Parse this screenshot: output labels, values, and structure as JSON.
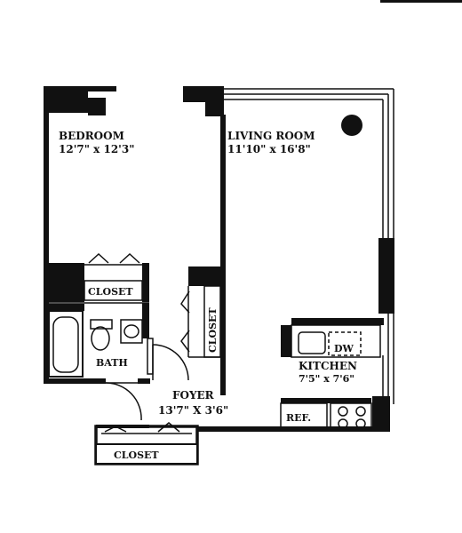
{
  "rooms": {
    "bedroom": {
      "name": "BEDROOM",
      "size": "12'7\" x 12'3\""
    },
    "living_room": {
      "name": "LIVING ROOM",
      "size": "11'10\" x 16'8\""
    },
    "kitchen": {
      "name": "KITCHEN",
      "size": "7'5\" x 7'6\""
    },
    "foyer": {
      "name": "FOYER",
      "size": "13'7\" X 3'6\""
    },
    "bath": {
      "name": "BATH"
    }
  },
  "closets": {
    "bedroom_closet": "CLOSET",
    "hall_closet": "CLOSET",
    "foyer_closet": "CLOSET"
  },
  "appliances": {
    "dishwasher": "DW",
    "refrigerator": "REF."
  }
}
